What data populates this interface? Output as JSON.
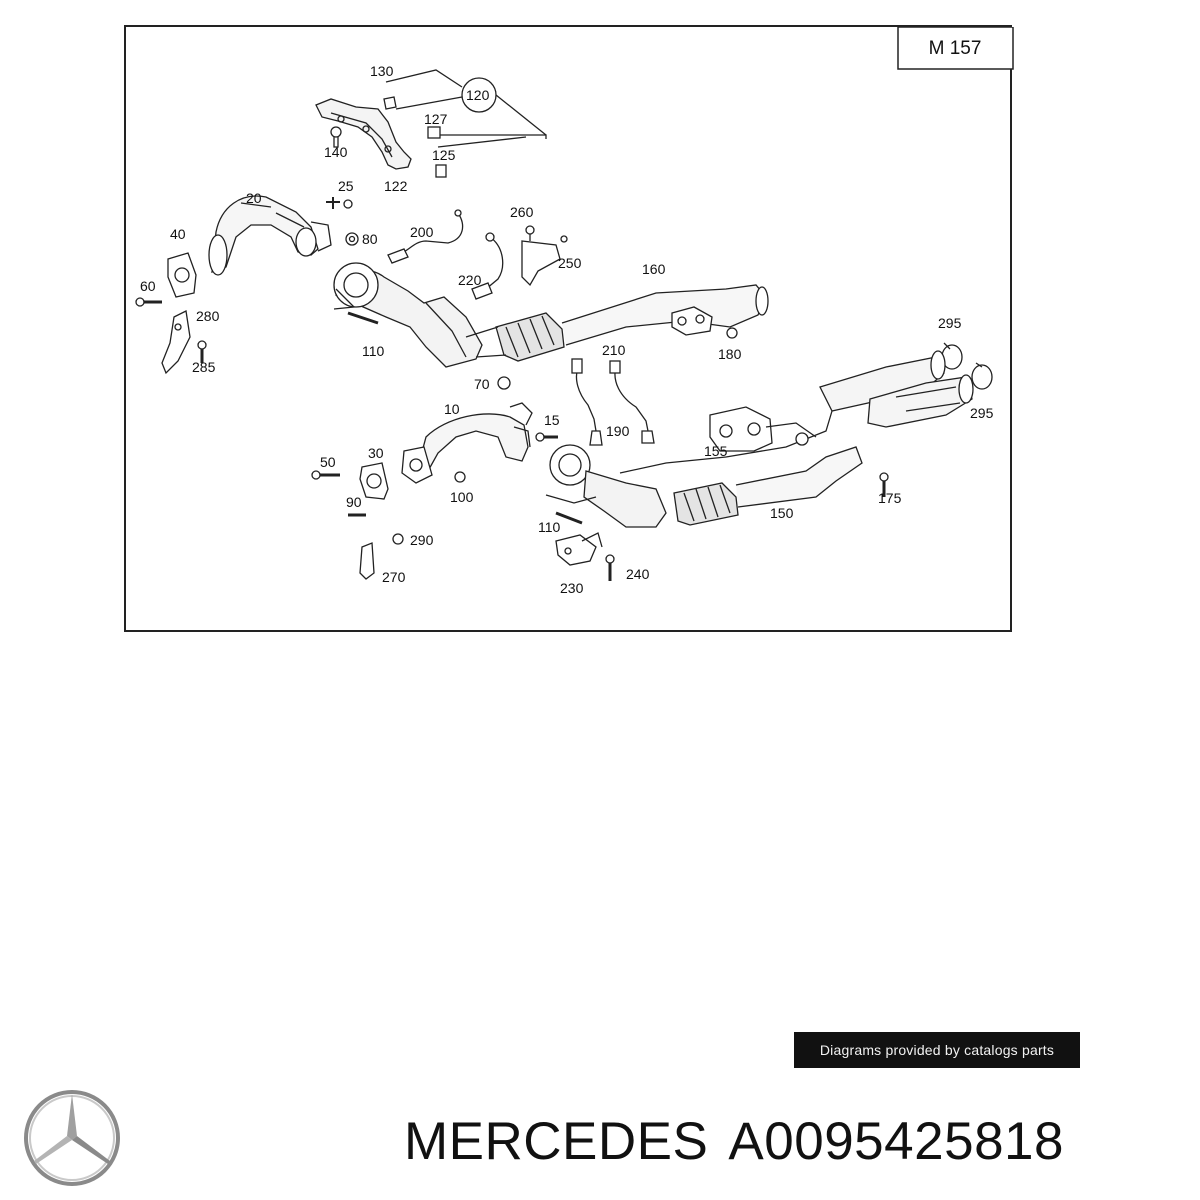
{
  "diagram": {
    "model_label": "M 157",
    "callouts": [
      "130",
      "120",
      "127",
      "125",
      "140",
      "122",
      "20",
      "25",
      "80",
      "200",
      "260",
      "40",
      "250",
      "220",
      "160",
      "60",
      "280",
      "110",
      "180",
      "285",
      "295",
      "70",
      "210",
      "10",
      "15",
      "190",
      "295",
      "155",
      "30",
      "50",
      "100",
      "175",
      "90",
      "150",
      "110",
      "290",
      "270",
      "230",
      "240"
    ]
  },
  "footer": {
    "credit": "Diagrams provided by catalogs parts",
    "brand": "MERCEDES",
    "part_number": "A0095425818"
  },
  "colors": {
    "line": "#222222",
    "credit_bg": "#111111",
    "text": "#111111"
  }
}
